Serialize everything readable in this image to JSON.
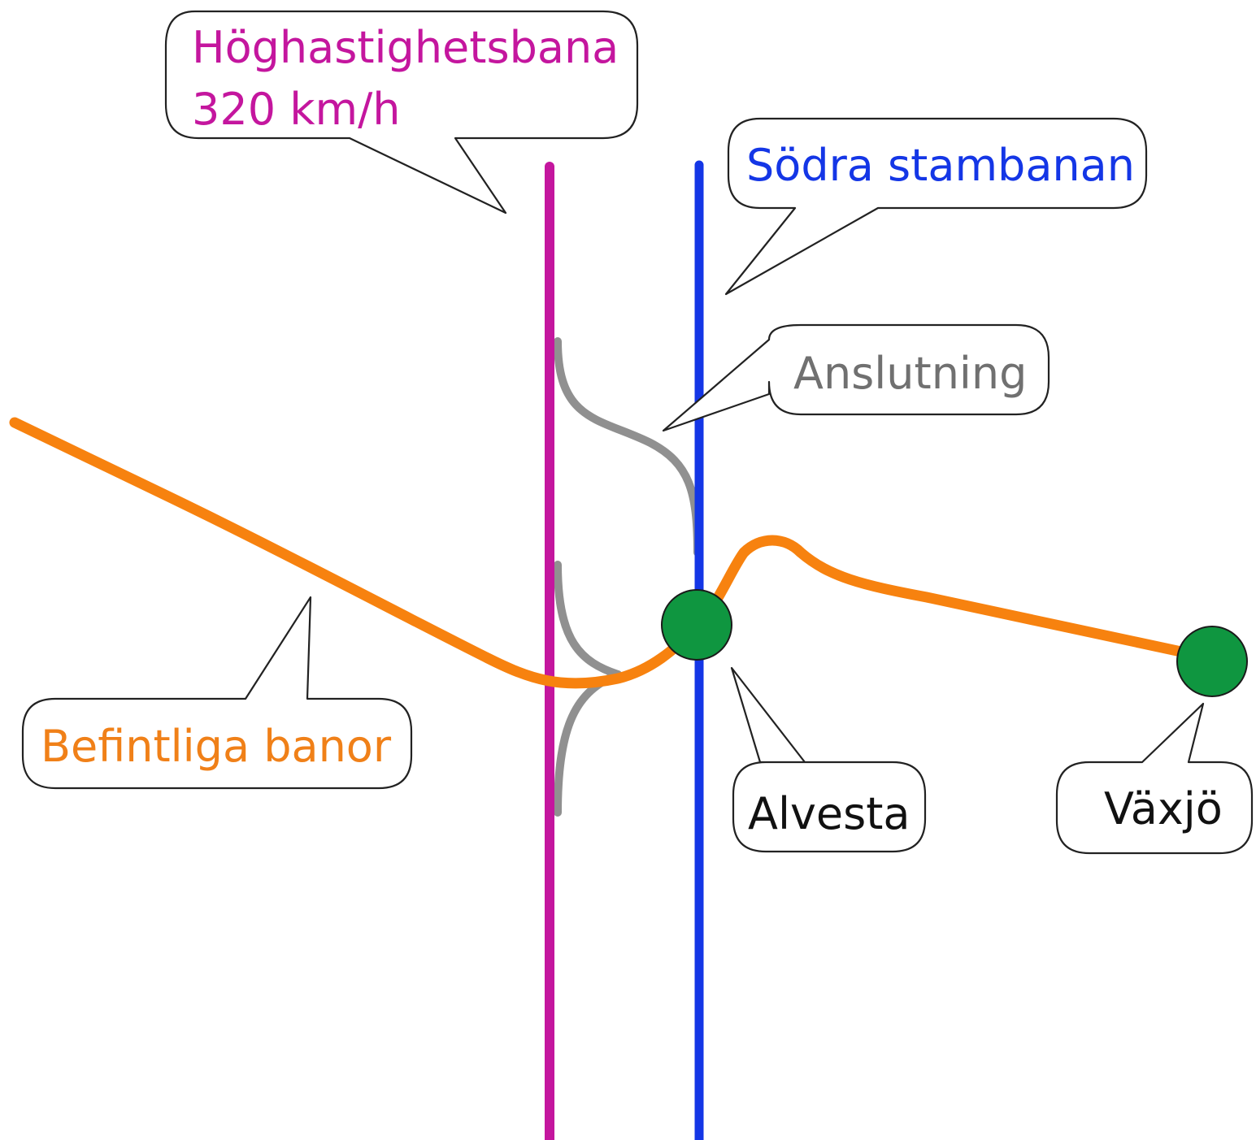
{
  "colors": {
    "high_speed_line": "#c4169e",
    "southern_main_line": "#1436e6",
    "connection": "#909090",
    "existing_lines": "#f7820f",
    "station": "#0f9640"
  },
  "labels": {
    "high_speed_line": {
      "line1": "Höghastighetsbana",
      "line2": "320 km/h"
    },
    "southern_main_line": "Södra stambanan",
    "connection": "Anslutning",
    "existing_lines": "Befintliga banor",
    "station_alvesta": "Alvesta",
    "station_vaxjo": "Växjö"
  }
}
